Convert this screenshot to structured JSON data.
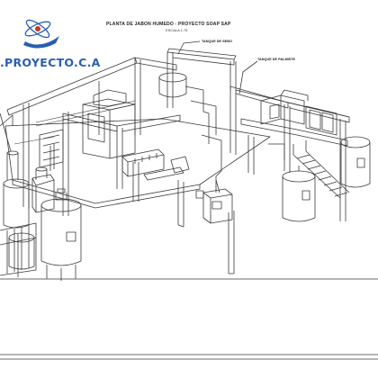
{
  "drawing": {
    "title": "PLANTA DE JABON HUMEDO - PROYECTO SOAP SAP",
    "scale": "ESCALA 1:75",
    "company": ".PROYECTO.C.A",
    "callouts": {
      "tank_sebo": "TANQUE DE SEBO",
      "tank_palmiste": "TANQUE DE PALMISTE"
    }
  },
  "colors": {
    "line": "#3a3a3a",
    "logo_blue": "#2a5fb0",
    "background": "#ffffff"
  }
}
